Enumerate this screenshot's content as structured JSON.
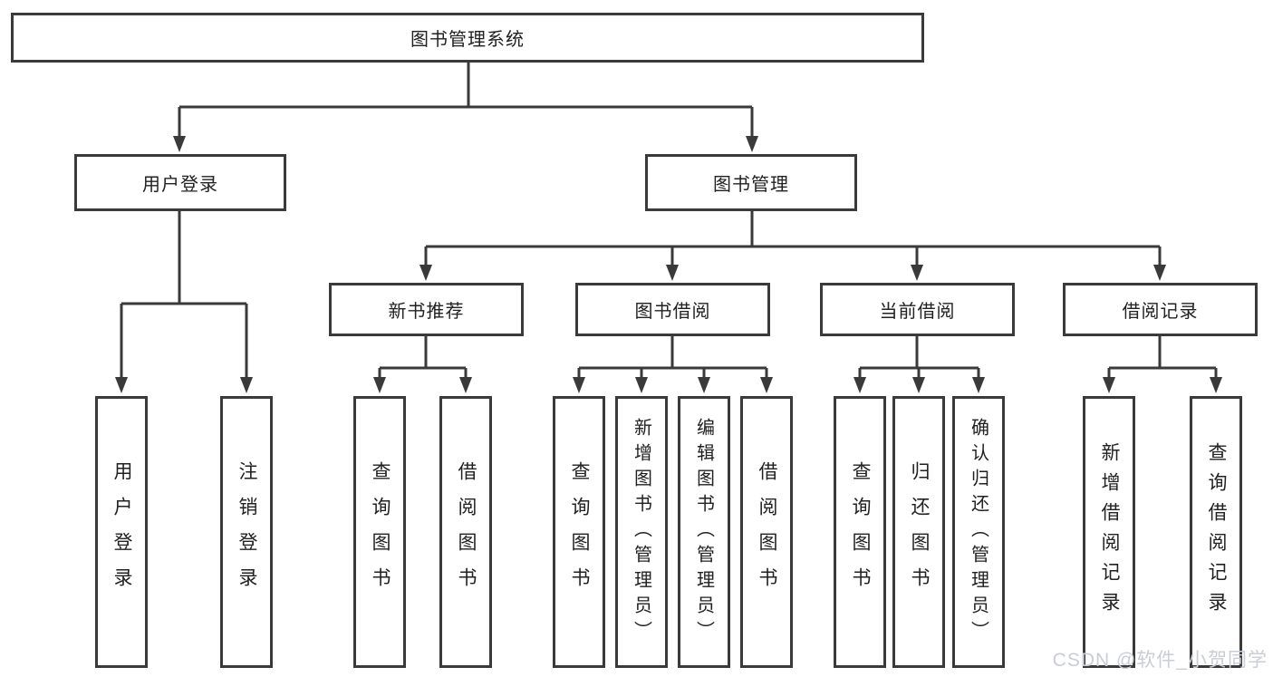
{
  "diagram": {
    "type": "hierarchy-functional-structure",
    "colors": {
      "background": "#ffffff",
      "line": "#3a3a3a",
      "box_border": "#3a3a3a",
      "text": "#212121",
      "watermark": "#c9cdd4"
    },
    "watermark": "CSDN @软件_小贺同学",
    "tree": {
      "label": "图书管理系统",
      "children": [
        {
          "label": "用户登录",
          "children": [
            {
              "label": "用户登录"
            },
            {
              "label": "注销登录"
            }
          ]
        },
        {
          "label": "图书管理",
          "children": [
            {
              "label": "新书推荐",
              "children": [
                {
                  "label": "查询图书"
                },
                {
                  "label": "借阅图书"
                }
              ]
            },
            {
              "label": "图书借阅",
              "children": [
                {
                  "label": "查询图书"
                },
                {
                  "label": "新增图书（管理员）"
                },
                {
                  "label": "编辑图书（管理员）"
                },
                {
                  "label": "借阅图书"
                }
              ]
            },
            {
              "label": "当前借阅",
              "children": [
                {
                  "label": "查询图书"
                },
                {
                  "label": "归还图书"
                },
                {
                  "label": "确认归还（管理员）"
                }
              ]
            },
            {
              "label": "借阅记录",
              "children": [
                {
                  "label": "新增借阅记录"
                },
                {
                  "label": "查询借阅记录"
                }
              ]
            }
          ]
        }
      ]
    }
  }
}
